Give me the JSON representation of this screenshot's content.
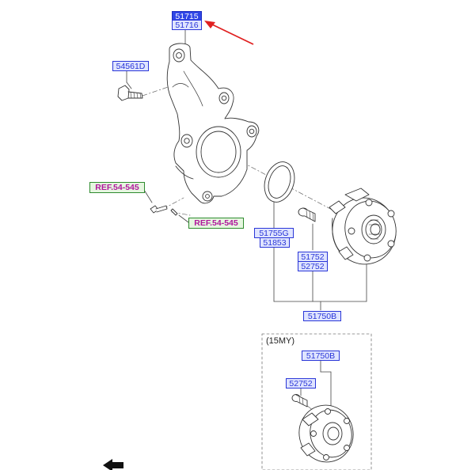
{
  "parts": {
    "knuckle_lh": "51715",
    "knuckle_rh": "51716",
    "knuckle_bolt": "54561D",
    "ref_upper": "REF.54-545",
    "ref_lower": "REF.54-545",
    "dust_cover_a": "51755G",
    "dust_cover_b": "51853",
    "hub_bolt_a": "51752",
    "hub_bolt_b": "52752",
    "hub_assembly": "51750B"
  },
  "variant": {
    "label": "(15MY)",
    "hub_assembly": "51750B",
    "hub_bolt": "52752"
  },
  "colors": {
    "callout_border": "#2a36d8",
    "callout_fill": "#dfe4ff",
    "callout_selected_fill": "#2f46e6",
    "ref_text": "#b0179c",
    "ref_border": "#2e8b2e",
    "arrow": "#e02020"
  },
  "icons": {
    "pointer": "red-arrow-icon",
    "orientation": "front-direction-arrow-icon"
  }
}
